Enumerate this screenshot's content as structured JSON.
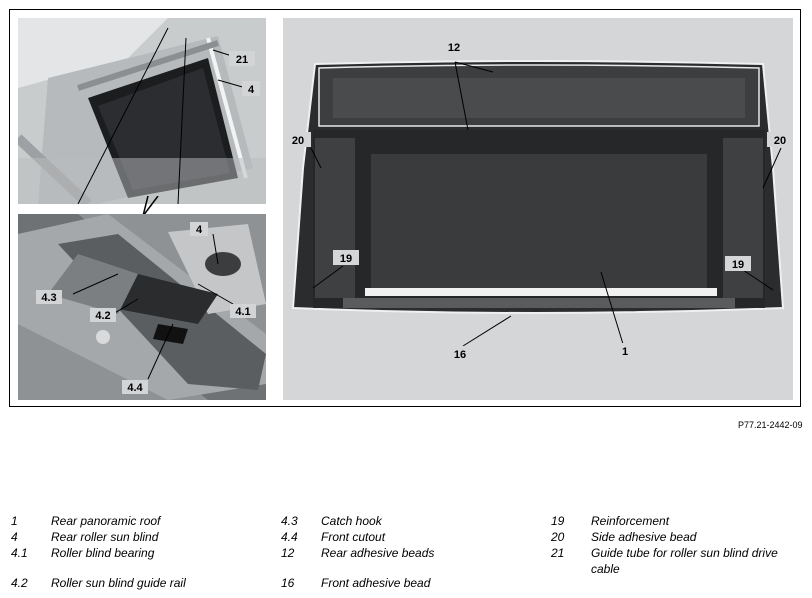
{
  "figure_id": "P77.21-2442-09",
  "callouts": {
    "c21": "21",
    "c4_top": "4",
    "c4_bottom": "4",
    "c4_3": "4.3",
    "c4_1": "4.1",
    "c4_2": "4.2",
    "c4_4": "4.4",
    "c12": "12",
    "c20_left": "20",
    "c20_right": "20",
    "c19_left": "19",
    "c19_right": "19",
    "c16": "16",
    "c1": "1"
  },
  "legend": {
    "col1": [
      {
        "num": "1",
        "text": "Rear panoramic roof"
      },
      {
        "num": "4",
        "text": "Rear roller sun blind"
      },
      {
        "num": "4.1",
        "text": "Roller blind bearing"
      },
      {
        "num": "4.2",
        "text": "Roller sun blind guide rail"
      }
    ],
    "col2": [
      {
        "num": "4.3",
        "text": "Catch hook"
      },
      {
        "num": "4.4",
        "text": "Front cutout"
      },
      {
        "num": "12",
        "text": "Rear adhesive beads"
      },
      {
        "num": "16",
        "text": "Front adhesive bead"
      }
    ],
    "col3": [
      {
        "num": "19",
        "text": "Reinforcement"
      },
      {
        "num": "20",
        "text": "Side adhesive bead"
      },
      {
        "num": "21",
        "text": "Guide tube for roller sun blind drive cable"
      }
    ]
  }
}
